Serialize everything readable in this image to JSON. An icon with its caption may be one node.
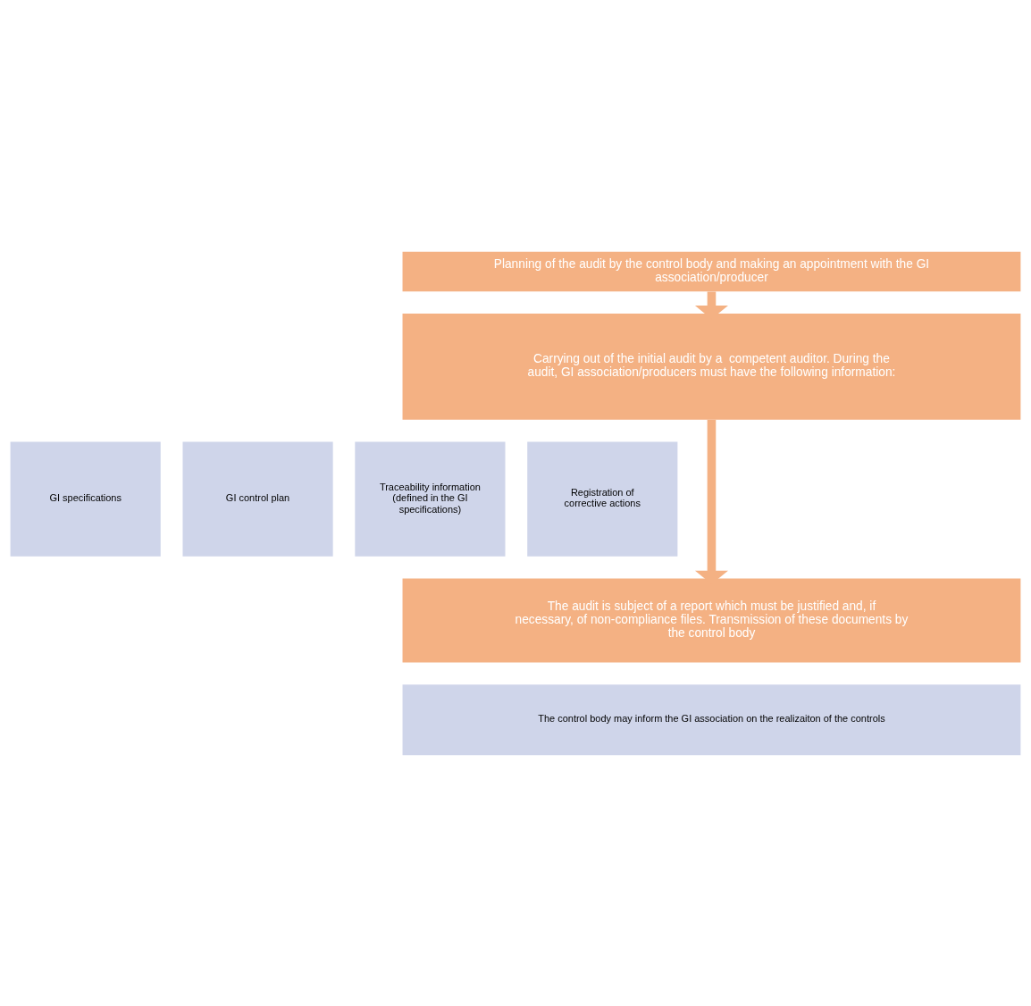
{
  "diagram": {
    "nodes": [
      {
        "text": [
          "Planning of the audit by the control body and making an appointment with the GI association/producer"
        ]
      },
      {
        "text": [
          "Carrying out of the initial audit by a  competent auditor. During the audit, GI association/producers must have the following information:"
        ]
      },
      {
        "text": [
          "GI specifications"
        ]
      },
      {
        "text": [
          "GI control plan"
        ]
      },
      {
        "text": [
          "Traceability information (defined in the GI specifications)"
        ]
      },
      {
        "text": [
          "Registration of corrective actions"
        ]
      },
      {
        "text": [
          "The audit is subject of a report which must be justified and, if necessary, of non-compliance files. Transmission of these documents by the control body"
        ]
      },
      {
        "text": [
          "The control body may inform the GI association on the realizaiton of the controls"
        ]
      }
    ],
    "edges": [
      {
        "from": 0,
        "to": 1,
        "arrow": "to"
      },
      {
        "from": 1,
        "to": 6,
        "arrow": "to"
      }
    ]
  }
}
